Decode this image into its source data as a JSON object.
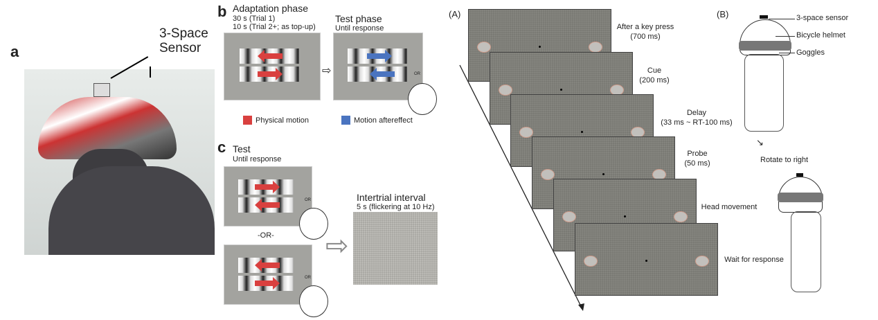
{
  "panel_a": {
    "label": "a",
    "sensor_label": "3-Space\nSensor"
  },
  "panel_b": {
    "label": "b",
    "adaptation_title": "Adaptation phase",
    "adaptation_line1": "30 s (Trial 1)",
    "adaptation_line2": "10 s (Trial 2+; as top-up)",
    "test_title": "Test phase",
    "test_sub": "Until response",
    "or": "OR",
    "legend": [
      {
        "label": "Physical motion",
        "color": "#d9403f"
      },
      {
        "label": "Motion aftereffect",
        "color": "#4a74c0"
      }
    ]
  },
  "panel_c": {
    "label": "c",
    "test_title": "Test",
    "test_sub": "Until response",
    "or_label": "-OR-",
    "or": "OR",
    "iti_title": "Intertrial interval",
    "iti_sub": "5 s (flickering at 10 Hz)"
  },
  "panel_A": {
    "label": "(A)",
    "frames": [
      {
        "name": "After a key press",
        "dur": "(700 ms)"
      },
      {
        "name": "Cue",
        "dur": "(200 ms)"
      },
      {
        "name": "Delay",
        "dur": "(33 ms ~ RT-100 ms)"
      },
      {
        "name": "Probe",
        "dur": "(50 ms)"
      },
      {
        "name": "Head movement",
        "dur": ""
      },
      {
        "name": "Wait for response",
        "dur": ""
      }
    ]
  },
  "panel_B": {
    "label": "(B)",
    "sensor": "3-space sensor",
    "helmet": "Bicycle helmet",
    "goggles": "Goggles",
    "rotate": "Rotate to right"
  }
}
